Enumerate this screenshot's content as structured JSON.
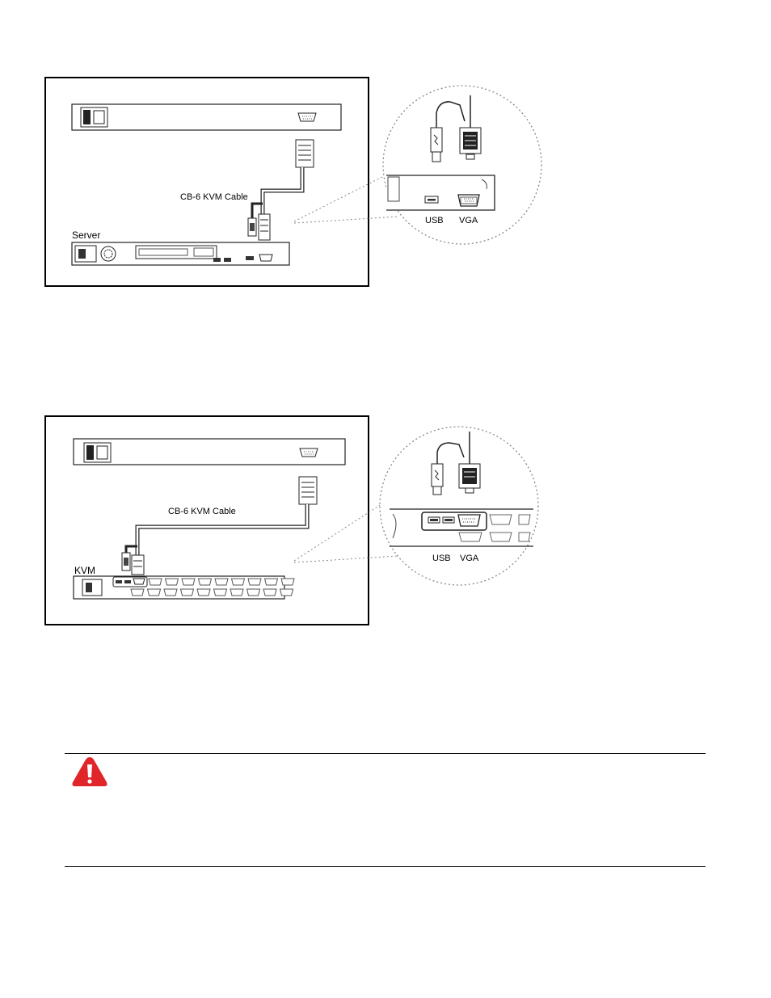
{
  "diagram1": {
    "cable_label": "CB-6 KVM Cable",
    "device_label": "Server",
    "usb_label": "USB",
    "vga_label": "VGA"
  },
  "diagram2": {
    "cable_label": "CB-6 KVM Cable",
    "device_label": "KVM",
    "usb_label": "USB",
    "vga_label": "VGA"
  },
  "warning": {
    "icon": "warning-icon",
    "color": "#e0262b"
  }
}
